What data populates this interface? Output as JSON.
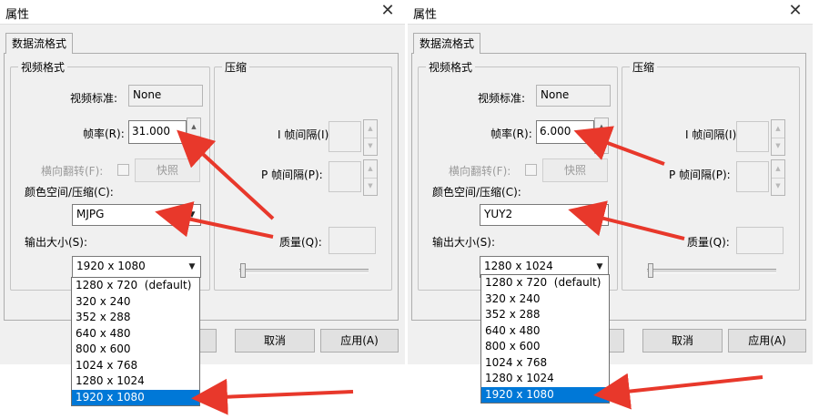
{
  "accent_color": "#0078d7",
  "annotation_color": "#e8382b",
  "dialogs": [
    {
      "title": "属性",
      "tab": "数据流格式",
      "video_group": "视频格式",
      "compress_group": "压缩",
      "video_standard_label": "视频标准:",
      "video_standard_value": "None",
      "frame_rate_label": "帧率(R):",
      "frame_rate_value": "31.000",
      "flip_label": "横向翻转(F):",
      "snapshot_button": "快照",
      "color_space_label": "颜色空间/压缩(C):",
      "color_space_value": "MJPG",
      "output_size_label": "输出大小(S):",
      "output_size_value": "1920 x 1080",
      "i_frame_label": "I 帧间隔(I):",
      "p_frame_label": "P 帧间隔(P):",
      "quality_label": "质量(Q):",
      "cancel_button": "取消",
      "apply_button": "应用(A)",
      "size_options": [
        "1280 x 720  (default)",
        "320 x 240",
        "352 x 288",
        "640 x 480",
        "800 x 600",
        "1024 x 768",
        "1280 x 1024",
        "1920 x 1080"
      ],
      "selected_option": "1920 x 1080"
    },
    {
      "title": "属性",
      "tab": "数据流格式",
      "video_group": "视频格式",
      "compress_group": "压缩",
      "video_standard_label": "视频标准:",
      "video_standard_value": "None",
      "frame_rate_label": "帧率(R):",
      "frame_rate_value": "6.000",
      "flip_label": "横向翻转(F):",
      "snapshot_button": "快照",
      "color_space_label": "颜色空间/压缩(C):",
      "color_space_value": "YUY2",
      "output_size_label": "输出大小(S):",
      "output_size_value": "1280 x 1024",
      "i_frame_label": "I 帧间隔(I):",
      "p_frame_label": "P 帧间隔(P):",
      "quality_label": "质量(Q):",
      "cancel_button": "取消",
      "apply_button": "应用(A)",
      "size_options": [
        "1280 x 720  (default)",
        "320 x 240",
        "352 x 288",
        "640 x 480",
        "800 x 600",
        "1024 x 768",
        "1280 x 1024",
        "1920 x 1080"
      ],
      "selected_option": "1920 x 1080"
    }
  ]
}
